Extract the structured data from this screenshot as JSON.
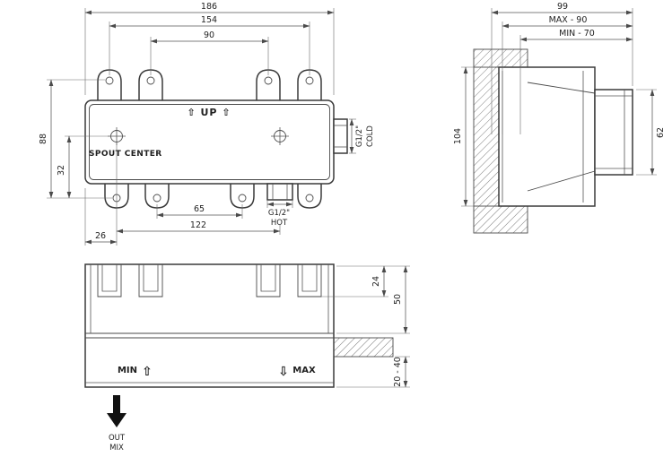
{
  "front_view": {
    "dim_total_width": "186",
    "dim_fixing_outer": "154",
    "dim_fixing_inner": "90",
    "dim_fixing_vertical": "88",
    "dim_spout_offset": "32",
    "dim_bottom_inner": "65",
    "dim_bottom_span": "122",
    "dim_edge_offset": "26",
    "up_label": "⇧ UP ⇧",
    "spout_center_label": "SPOUT CENTER",
    "cold_size_label": "G1/2\"",
    "cold_label": "COLD",
    "hot_size_label": "G1/2\"",
    "hot_label": "HOT"
  },
  "side_view": {
    "dim_total_depth": "99",
    "dim_max_depth": "MAX - 90",
    "dim_min_depth": "MIN - 70",
    "dim_body_height": "104",
    "dim_cartridge_height": "62"
  },
  "bottom_view": {
    "dim_tab_depth": "24",
    "dim_body_depth": "50",
    "dim_plaster_range": "20 - 40",
    "min_label": "MIN",
    "min_arrow": "⇧",
    "max_arrow": "⇩",
    "max_label": "MAX",
    "out_label": "OUT",
    "mix_label": "MIX"
  },
  "colors": {
    "outline": "#3a3a3a",
    "dimension": "#555555",
    "text": "#1f1f1f",
    "hatch": "#6e6e6e",
    "arrow": "#111111"
  }
}
